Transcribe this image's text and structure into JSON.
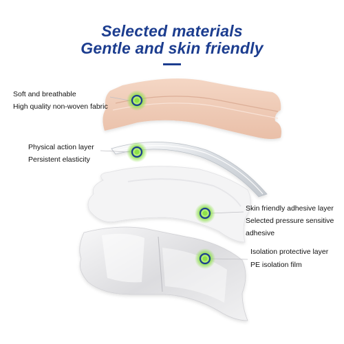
{
  "header": {
    "title_line1": "Selected materials",
    "title_line2": "Gentle and skin friendly"
  },
  "layers": [
    {
      "lines": [
        "Soft and breathable",
        "High quality non-woven fabric"
      ]
    },
    {
      "lines": [
        "Physical action layer",
        "Persistent elasticity"
      ]
    },
    {
      "lines": [
        "Skin friendly adhesive layer",
        "Selected pressure sensitive",
        "adhesive"
      ]
    },
    {
      "lines": [
        "Isolation protective layer",
        "PE isolation film"
      ]
    }
  ],
  "colors": {
    "title": "#1c3d8f",
    "marker_ring": "#1c3d8f",
    "marker_glow": "#8de04a",
    "fabric": "#f0cbb6",
    "elastic": "#dde1e6",
    "adhesive": "#f3f3f4",
    "film": "#e4e4e6"
  }
}
